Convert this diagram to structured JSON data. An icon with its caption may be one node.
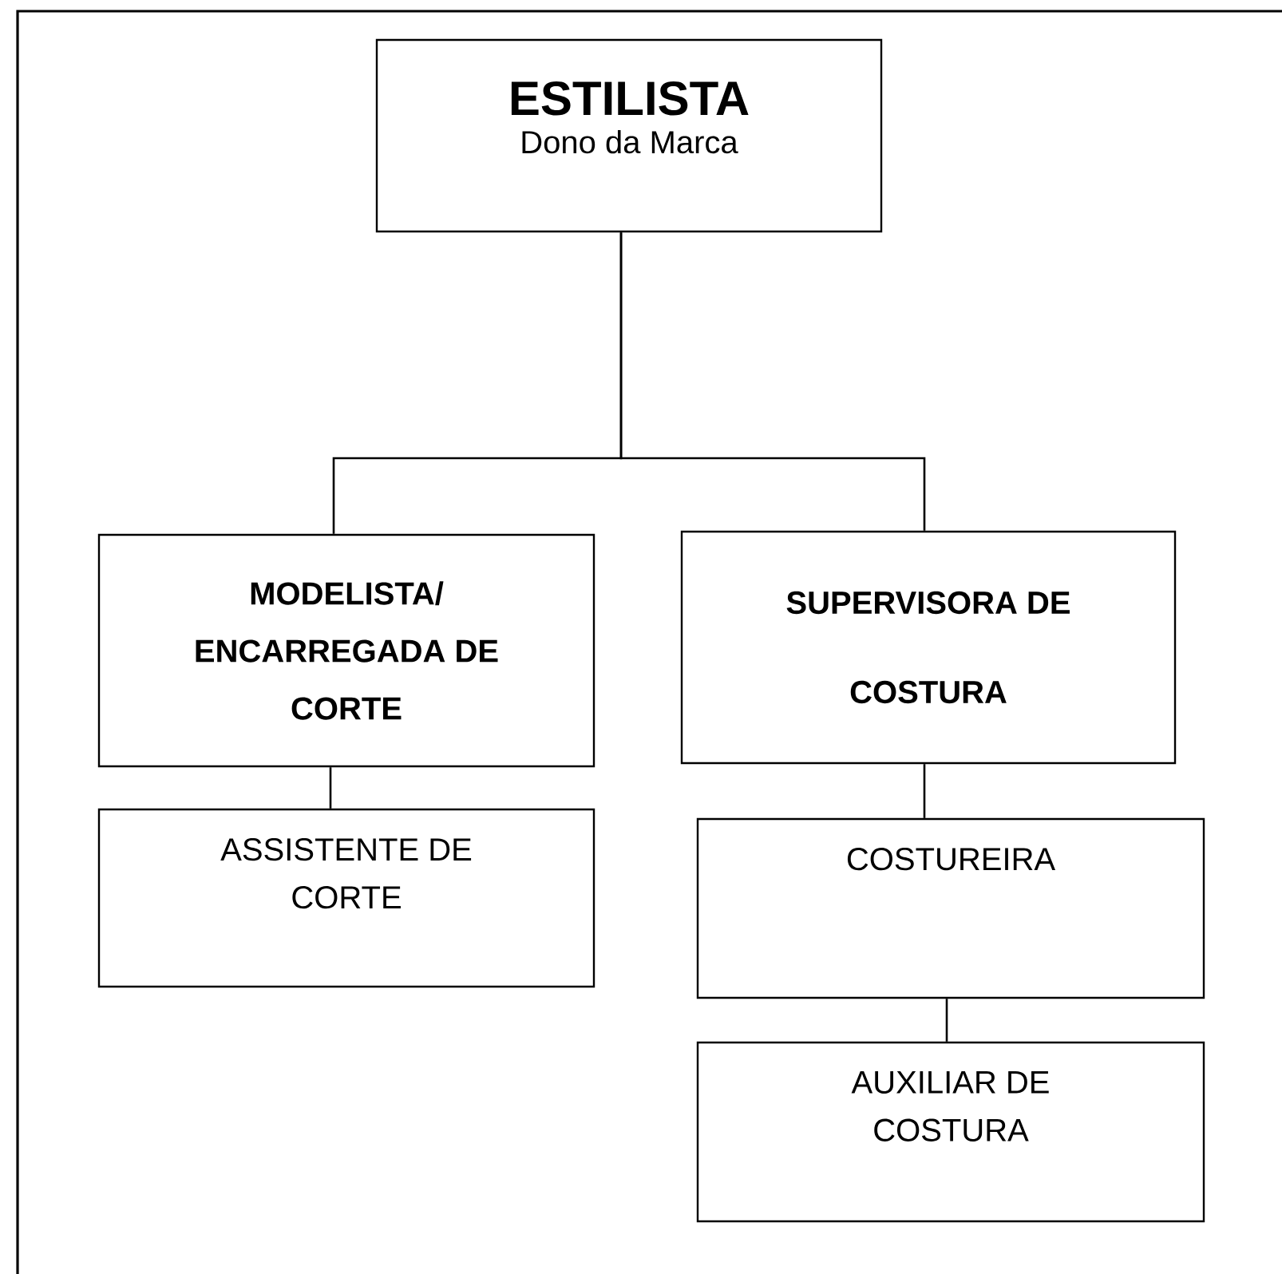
{
  "diagram": {
    "nodes": [
      {
        "text": [
          "ESTILISTA",
          "Dono da Marca"
        ]
      },
      {
        "text": [
          "MODELISTA/ ENCARREGADA DE CORTE"
        ]
      },
      {
        "text": [
          "SUPERVISORA DE COSTURA"
        ]
      },
      {
        "text": [
          "ASSISTENTE DE CORTE"
        ]
      },
      {
        "text": [
          "COSTUREIRA"
        ]
      },
      {
        "text": [
          "AUXILIAR DE COSTURA"
        ]
      }
    ],
    "edges": [
      {
        "from": 0,
        "to": 1,
        "arrow": "none"
      },
      {
        "from": 0,
        "to": 2,
        "arrow": "none"
      },
      {
        "from": 1,
        "to": 3,
        "arrow": "none"
      },
      {
        "from": 2,
        "to": 4,
        "arrow": "none"
      },
      {
        "from": 4,
        "to": 5,
        "arrow": "none"
      }
    ]
  }
}
